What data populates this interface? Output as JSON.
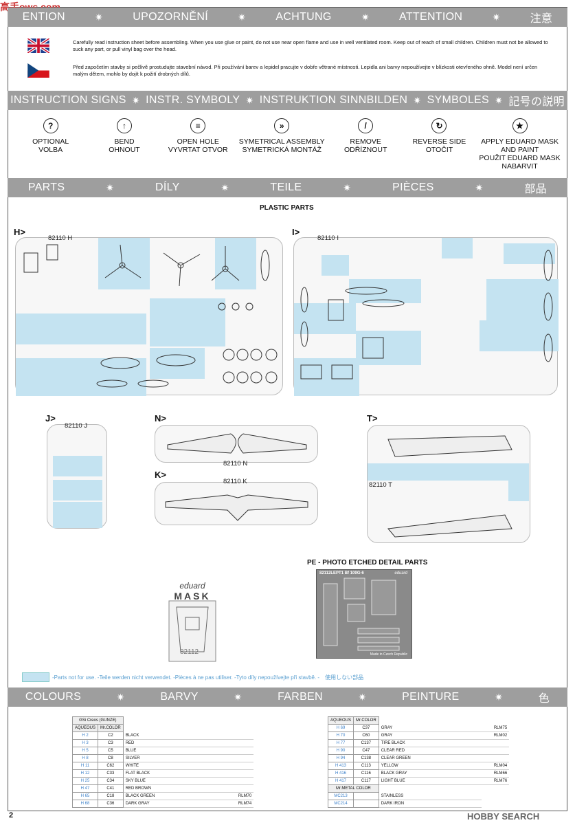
{
  "watermark": "高手ows.com",
  "attention_bar": [
    "ENTION",
    "UPOZORNĚNÍ",
    "ACHTUNG",
    "ATTENTION",
    "注意"
  ],
  "warning_en": "Carefully read instruction sheet before assembling. When you use glue or paint, do not use near open flame and use in well ventilated room. Keep out of reach of small children. Children must not be allowed to suck any part, or pull vinyl bag over the head.",
  "warning_cz": "Před započetím stavby si pečlivě prostudujte stavební návod. Při používání barev a lepidel pracujte v dobře větrané místnosti. Lepidla ani barvy nepoužívejte v blízkosti otevřeného ohně. Model není určen malým dětem, mohlo by dojít k požití drobných dílů.",
  "signs_bar": [
    "INSTRUCTION SIGNS",
    "INSTR. SYMBOLY",
    "INSTRUKTION SINNBILDEN",
    "SYMBOLES",
    "記号の説明"
  ],
  "signs": [
    {
      "icon": "?",
      "l1": "OPTIONAL",
      "l2": "VOLBA",
      "l3": "",
      "l4": ""
    },
    {
      "icon": "↑",
      "l1": "BEND",
      "l2": "OHNOUT",
      "l3": "",
      "l4": ""
    },
    {
      "icon": "≡",
      "l1": "OPEN HOLE",
      "l2": "VYVRTAT OTVOR",
      "l3": "",
      "l4": ""
    },
    {
      "icon": "»",
      "l1": "SYMETRICAL ASSEMBLY",
      "l2": "SYMETRICKÁ MONTÁŽ",
      "l3": "",
      "l4": ""
    },
    {
      "icon": "/",
      "l1": "REMOVE",
      "l2": "ODŘÍZNOUT",
      "l3": "",
      "l4": ""
    },
    {
      "icon": "↻",
      "l1": "REVERSE SIDE",
      "l2": "OTOČIT",
      "l3": "",
      "l4": ""
    },
    {
      "icon": "★",
      "l1": "APPLY EDUARD MASK",
      "l2": "AND PAINT",
      "l3": "POUŽIT EDUARD MASK",
      "l4": "NABARVIT"
    }
  ],
  "parts_bar": [
    "PARTS",
    "DÍLY",
    "TEILE",
    "PIÈCES",
    "部品"
  ],
  "plastic_parts": "PLASTIC PARTS",
  "sprues": {
    "h": {
      "label": "H>",
      "code": "82110 H"
    },
    "i": {
      "label": "I>",
      "code": "82110 I"
    },
    "j": {
      "label": "J>",
      "code": "82110 J"
    },
    "n": {
      "label": "N>",
      "code": "82110 N"
    },
    "k": {
      "label": "K>",
      "code": "82110 K"
    },
    "t": {
      "label": "T>",
      "code": "82110 T"
    }
  },
  "pe_title": "PE - PHOTO ETCHED DETAIL PARTS",
  "pe_header": "82112LEPT1   Bf 109G-6",
  "pe_brand": "eduard",
  "pe_footer": "Made in Czech Republic",
  "mask_brand": "eduard",
  "mask_word": "MASK",
  "mask_code": "82112",
  "legend": "-Parts not for use. -Teile werden nicht verwendet. -Pièces à ne pas utiliser. -Tyto díly nepoužívejte při stavbě. -　使用しない部品",
  "colours_bar": [
    "COLOURS",
    "BARVY",
    "FARBEN",
    "PEINTURE",
    "色"
  ],
  "table_left": {
    "title": "GSi Creos (GUNZE)",
    "h1": "AQUEOUS",
    "h2": "Mr.COLOR",
    "rows": [
      [
        "H 2",
        "C2",
        "BLACK",
        ""
      ],
      [
        "H 3",
        "C3",
        "RED",
        ""
      ],
      [
        "H 5",
        "C5",
        "BLUE",
        ""
      ],
      [
        "H 8",
        "C8",
        "SILVER",
        ""
      ],
      [
        "H 11",
        "C62",
        "WHITE",
        ""
      ],
      [
        "H 12",
        "C33",
        "FLAT BLACK",
        ""
      ],
      [
        "H 25",
        "C34",
        "SKY BLUE",
        ""
      ],
      [
        "H 47",
        "C41",
        "RED BROWN",
        ""
      ],
      [
        "H 65",
        "C18",
        "BLACK GREEN",
        "RLM70"
      ],
      [
        "H 68",
        "C36",
        "DARK GRAY",
        "RLM74"
      ]
    ]
  },
  "table_right": {
    "h1": "AQUEOUS",
    "h2": "Mr.COLOR",
    "rows": [
      [
        "H 69",
        "C37",
        "GRAY",
        "RLM75"
      ],
      [
        "H 70",
        "C60",
        "GRAY",
        "RLM02"
      ],
      [
        "H 77",
        "C137",
        "TIRE BLACK",
        ""
      ],
      [
        "H 90",
        "C47",
        "CLEAR RED",
        ""
      ],
      [
        "H 94",
        "C138",
        "CLEAR GREEN",
        ""
      ],
      [
        "H 413",
        "C113",
        "YELLOW",
        "RLM04"
      ],
      [
        "H 416",
        "C116",
        "BLACK GRAY",
        "RLM66"
      ],
      [
        "H 417",
        "C117",
        "LIGHT BLUE",
        "RLM76"
      ]
    ],
    "metal_title": "Mr.METAL COLOR",
    "metal_rows": [
      [
        "MC213",
        "STAINLESS"
      ],
      [
        "MC214",
        "DARK IRON"
      ]
    ]
  },
  "page_number": "2",
  "hobbysearch": "HOBBY SEARCH",
  "colors": {
    "bar": "#9e9e9e",
    "highlight": "#c4e3f1"
  }
}
